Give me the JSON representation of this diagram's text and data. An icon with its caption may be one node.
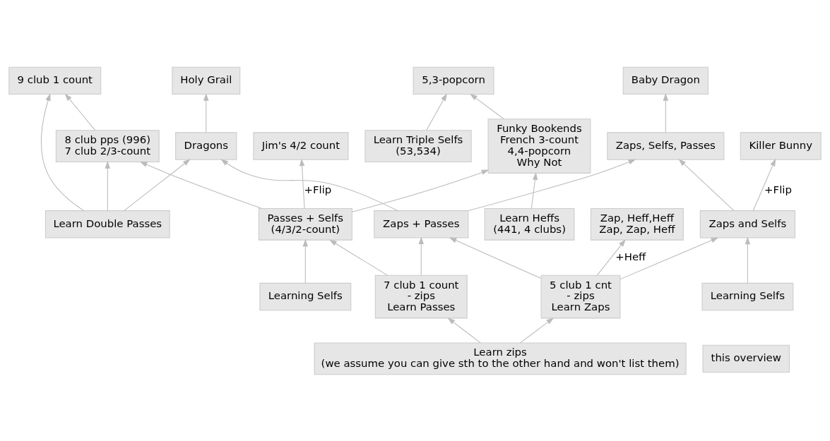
{
  "diagram": {
    "nodes": [
      {
        "text": [
          "Holy Grail"
        ]
      },
      {
        "text": [
          "9 club 1 count"
        ]
      },
      {
        "text": [
          "5,3-popcorn"
        ]
      },
      {
        "text": [
          "Zap, Heff,Heff",
          "Zap, Zap, Heff"
        ]
      },
      {
        "text": [
          "Dragons"
        ]
      },
      {
        "text": [
          "8 club pps (996)",
          "7 club 2/3-count"
        ]
      },
      {
        "text": [
          "Funky Bookends",
          "French 3-count",
          "4,4-popcorn",
          "Why Not"
        ]
      },
      {
        "text": [
          "Learn Triple Selfs",
          "(53,534)"
        ]
      },
      {
        "text": [
          "Baby Dragon"
        ]
      },
      {
        "text": [
          "Killer Bunny"
        ]
      },
      {
        "text": [
          "Zaps, Selfs, Passes"
        ]
      },
      {
        "text": [
          "Learn Double Passes"
        ]
      },
      {
        "text": [
          "Learn Heffs",
          "(441, 4 clubs)"
        ]
      },
      {
        "text": [
          "Zaps and Selfs"
        ]
      },
      {
        "text": [
          "Zaps + Passes"
        ]
      },
      {
        "text": [
          "Passes + Selfs",
          "(4/3/2-count)"
        ]
      },
      {
        "text": [
          "Jim's 4/2 count"
        ]
      },
      {
        "text": [
          "Learning Selfs"
        ]
      },
      {
        "text": [
          "5 club 1 cnt",
          "- zips",
          "Learn Zaps"
        ]
      },
      {
        "text": [
          "Learn zips",
          "(we assume you can give sth to the other hand and won't list them)"
        ]
      },
      {
        "text": [
          "7 club 1 count",
          "- zips",
          "Learn Passes"
        ]
      },
      {
        "text": [
          "Learning Selfs"
        ]
      },
      {
        "text": [
          "this overview"
        ]
      }
    ],
    "edges": [
      {
        "from": 4,
        "to": 0,
        "arrow": "to"
      },
      {
        "from": 5,
        "to": 1,
        "arrow": "to"
      },
      {
        "from": 11,
        "to": 1,
        "arrow": "to"
      },
      {
        "from": 6,
        "to": 2,
        "arrow": "to"
      },
      {
        "from": 7,
        "to": 2,
        "arrow": "to"
      },
      {
        "from": 10,
        "to": 8,
        "arrow": "to"
      },
      {
        "from": 14,
        "to": 4,
        "arrow": "to"
      },
      {
        "from": 11,
        "to": 4,
        "arrow": "to"
      },
      {
        "from": 11,
        "to": 5,
        "arrow": "to"
      },
      {
        "from": 15,
        "to": 5,
        "arrow": "to"
      },
      {
        "from": 15,
        "to": 6,
        "arrow": "to"
      },
      {
        "from": 12,
        "to": 6,
        "arrow": "to"
      },
      {
        "from": 13,
        "to": 9,
        "arrow": "to",
        "label": "+Flip"
      },
      {
        "from": 13,
        "to": 10,
        "arrow": "to"
      },
      {
        "from": 14,
        "to": 10,
        "arrow": "to"
      },
      {
        "from": 15,
        "to": 16,
        "arrow": "to",
        "label": "+Flip"
      },
      {
        "from": 17,
        "to": 13,
        "arrow": "to"
      },
      {
        "from": 18,
        "to": 13,
        "arrow": "to"
      },
      {
        "from": 18,
        "to": 14,
        "arrow": "to"
      },
      {
        "from": 20,
        "to": 14,
        "arrow": "to"
      },
      {
        "from": 20,
        "to": 15,
        "arrow": "to"
      },
      {
        "from": 21,
        "to": 15,
        "arrow": "to"
      },
      {
        "from": 19,
        "to": 18,
        "arrow": "to"
      },
      {
        "from": 19,
        "to": 20,
        "arrow": "to"
      },
      {
        "from": 18,
        "to": 3,
        "arrow": "to",
        "label": "+Heff"
      }
    ]
  }
}
